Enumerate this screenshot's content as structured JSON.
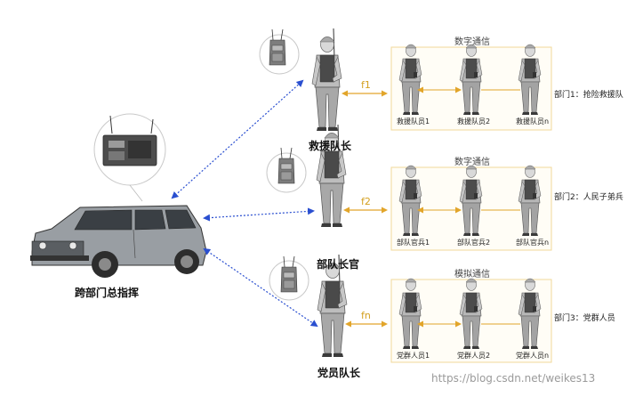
{
  "center": {
    "label": "跨部门总指挥"
  },
  "leaders": [
    {
      "label": "救援队长",
      "freq": "f1"
    },
    {
      "label": "部队长官",
      "freq": "f2"
    },
    {
      "label": "党员队长",
      "freq": "fn"
    }
  ],
  "groups": [
    {
      "title": "数字通信",
      "dept": "部门1：抢险救援队",
      "members": [
        "救援队员1",
        "救援队员2",
        "救援队员n"
      ]
    },
    {
      "title": "数字通信",
      "dept": "部门2：人民子弟兵",
      "members": [
        "部队官兵1",
        "部队官兵2",
        "部队官兵n"
      ]
    },
    {
      "title": "模拟通信",
      "dept": "部门3：党群人员",
      "members": [
        "党群人员1",
        "党群人员2",
        "党群人员n"
      ]
    }
  ],
  "watermark": "https://blog.csdn.net/weikes13",
  "colors": {
    "link_blue": "#2a4fd0",
    "link_gold": "#e2a52a",
    "box_border": "#f0d89a",
    "figure_gray": "#8c8c8c",
    "vehicle_gray": "#8f9498"
  }
}
